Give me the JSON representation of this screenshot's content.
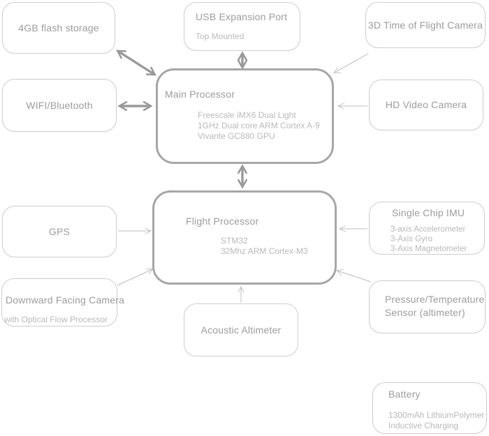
{
  "boxes": {
    "flash": {
      "title": "4GB flash storage"
    },
    "usb": {
      "title": "USB Expansion Port",
      "subtitle": "Top Mounted"
    },
    "tof": {
      "title": "3D Time of Flight Camera"
    },
    "wifi": {
      "title": "WIFI/Bluetooth"
    },
    "main": {
      "title": "Main Processor",
      "line1": "Freescale iMX6 Dual Light",
      "line2": "1GHz Dual core ARM Cortex A-9",
      "line3": "Vivante GC880 GPU"
    },
    "hd": {
      "title": "HD Video Camera"
    },
    "gps": {
      "title": "GPS"
    },
    "flight": {
      "title": "Flight Processor",
      "line1": "STM32",
      "line2": "32Mhz ARM Cortex-M3"
    },
    "imu": {
      "title": "Single Chip IMU",
      "line1": "3-axis Accelerometer",
      "line2": "3-Axis Gyro",
      "line3": "3-Axis Magnetometer"
    },
    "dfc": {
      "title": "Downward Facing Camera",
      "subtitle": "with Optical Flow Processor"
    },
    "acoustic": {
      "title": "Acoustic Altimeter"
    },
    "pressure": {
      "title": "Pressure/Temperature Sensor (altimeter)"
    },
    "battery": {
      "title": "Battery",
      "line1": "1300mAh LithiumPolymer",
      "line2": "Inductive Charging"
    }
  },
  "colors": {
    "thin_border": "#cdcdcd",
    "thick_border": "#a6a6a6",
    "title_text": "#9c9c9c",
    "subtitle_text": "#b9b9b9",
    "thick_arrow": "#999999",
    "thin_arrow": "#bcbcbc",
    "background": "#ffffff"
  }
}
